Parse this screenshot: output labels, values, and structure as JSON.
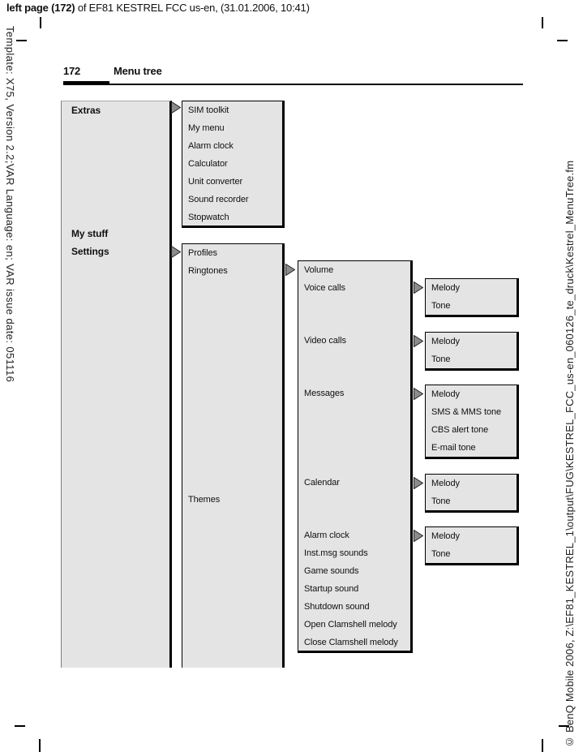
{
  "header": {
    "meta_bold": "left page (172)",
    "meta_rest": " of EF81 KESTREL FCC us-en, (31.01.2006, 10:41)",
    "page_number": "172",
    "title": "Menu tree"
  },
  "margins": {
    "left_text": "Template: X75, Version 2.2;VAR Language: en; VAR issue date: 051116",
    "right_text": "© BenQ Mobile 2006, Z:\\EF81_KESTREL_1\\output\\FUG\\KESTREL_FCC_us-en_060126_te_druck\\Kestrel_MenuTree.fm"
  },
  "colors": {
    "box_fill": "#e4e4e4",
    "box_border": "#000000",
    "arrow_fill": "#8c8c8c"
  },
  "tree": {
    "column1": {
      "items": [
        "Extras",
        "My stuff",
        "Settings"
      ]
    },
    "box_extras": {
      "items": [
        "SIM toolkit",
        "My menu",
        "Alarm clock",
        "Calculator",
        "Unit converter",
        "Sound recorder",
        "Stopwatch"
      ]
    },
    "box_settings": {
      "items": [
        "Profiles",
        "Ringtones",
        "Themes"
      ]
    },
    "box_ringtones": {
      "items": [
        "Volume",
        "Voice calls",
        "Video calls",
        "Messages",
        "Calendar",
        "Alarm clock",
        "Inst.msg sounds",
        "Game sounds",
        "Startup sound",
        "Shutdown sound",
        "Open Clamshell melody",
        "Close Clamshell melody"
      ]
    },
    "box_voice_calls": {
      "items": [
        "Melody",
        "Tone"
      ]
    },
    "box_video_calls": {
      "items": [
        "Melody",
        "Tone"
      ]
    },
    "box_messages": {
      "items": [
        "Melody",
        "SMS & MMS tone",
        "CBS alert tone",
        "E-mail tone"
      ]
    },
    "box_calendar": {
      "items": [
        "Melody",
        "Tone"
      ]
    },
    "box_alarm_clock": {
      "items": [
        "Melody",
        "Tone"
      ]
    }
  }
}
